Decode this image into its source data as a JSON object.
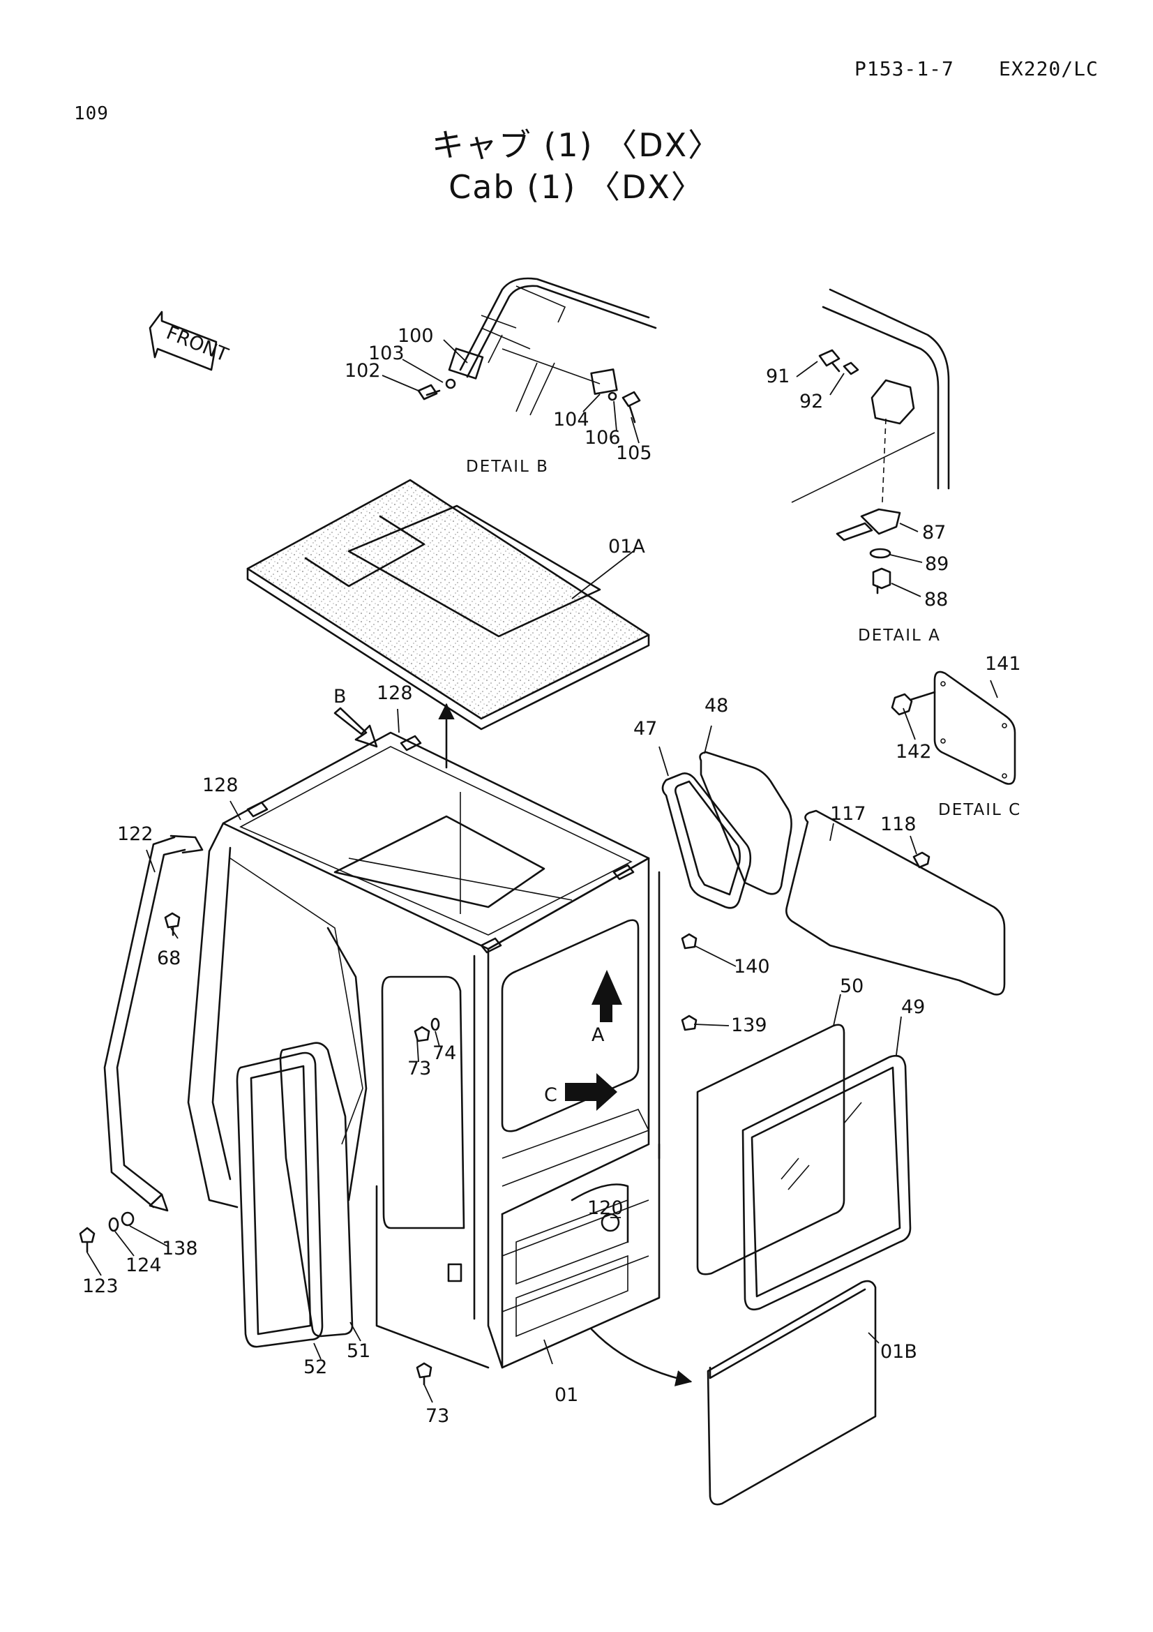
{
  "header": {
    "code": "P153-1-7",
    "model": "EX220/LC",
    "page_number": "109"
  },
  "title": {
    "japanese": "キャブ (1) 〈DX〉",
    "english": "Cab (1) 〈DX〉"
  },
  "icons": [
    "front-arrow-icon",
    "view-arrow-icon"
  ],
  "diagram": {
    "front_tag": "FRONT",
    "view_markers": {
      "b": "B",
      "a": "A",
      "c": "C"
    },
    "details": {
      "a": "DETAIL A",
      "b": "DETAIL B",
      "c": "DETAIL C"
    },
    "parts": {
      "p01": "01",
      "p01a": "01A",
      "p01b": "01B",
      "p47": "47",
      "p48": "48",
      "p49": "49",
      "p50": "50",
      "p51": "51",
      "p52": "52",
      "p68": "68",
      "p73a": "73",
      "p73b": "73",
      "p74": "74",
      "p87": "87",
      "p88": "88",
      "p89": "89",
      "p91": "91",
      "p92": "92",
      "p100": "100",
      "p102": "102",
      "p103": "103",
      "p104": "104",
      "p105": "105",
      "p106": "106",
      "p117": "117",
      "p118": "118",
      "p120": "120",
      "p122": "122",
      "p123": "123",
      "p124": "124",
      "p128a": "128",
      "p128b": "128",
      "p138": "138",
      "p139": "139",
      "p140": "140",
      "p141": "141",
      "p142": "142"
    }
  }
}
